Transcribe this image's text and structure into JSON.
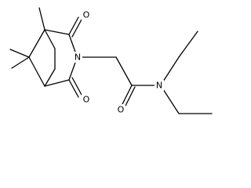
{
  "molecule": {
    "atoms": {
      "o_top": "O",
      "n_ring": "N",
      "o_bottom": "O",
      "o_amide": "O",
      "n_amide": "N"
    }
  }
}
